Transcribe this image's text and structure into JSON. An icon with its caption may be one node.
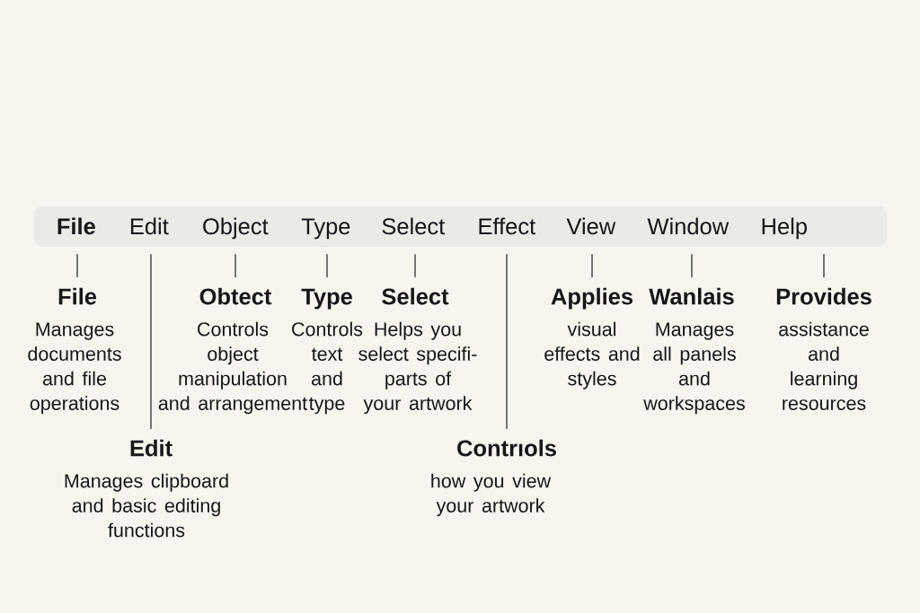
{
  "diagram": {
    "nodes": [
      {
        "text": [],
        "shape": "bar"
      },
      {
        "text": [
          "File"
        ],
        "in": 0
      },
      {
        "text": [
          "Edit"
        ],
        "in": 0
      },
      {
        "text": [
          "Object"
        ],
        "in": 0
      },
      {
        "text": [
          "Type"
        ],
        "in": 0
      },
      {
        "text": [
          "Select"
        ],
        "in": 0
      },
      {
        "text": [
          "Effect"
        ],
        "in": 0
      },
      {
        "text": [
          "View"
        ],
        "in": 0
      },
      {
        "text": [
          "Window"
        ],
        "in": 0
      },
      {
        "text": [
          "Help"
        ],
        "in": 0
      },
      {
        "text": [
          "File",
          "Manages documents and file operations"
        ]
      },
      {
        "text": [
          "Edit",
          "Manages clipboard and basic editing functions"
        ]
      },
      {
        "text": [
          "Obtect",
          "Controls object manipulation and arrangement"
        ]
      },
      {
        "text": [
          "Type",
          "Controls text and type"
        ]
      },
      {
        "text": [
          "Select",
          "Helps you select specifi- parts of your artwork"
        ]
      },
      {
        "text": [
          "Contrıols",
          "how you view your artwork"
        ]
      },
      {
        "text": [
          "Applies",
          "visual effects and styles"
        ]
      },
      {
        "text": [
          "Wanlais",
          "Manages all panels and workspaces"
        ]
      },
      {
        "text": [
          "Provides",
          "assistance and learning resources"
        ]
      }
    ],
    "edges": [
      {
        "from": 1,
        "to": 10,
        "arrow": "none"
      },
      {
        "from": 2,
        "to": 11,
        "arrow": "none"
      },
      {
        "from": 3,
        "to": 12,
        "arrow": "none"
      },
      {
        "from": 4,
        "to": 13,
        "arrow": "none"
      },
      {
        "from": 5,
        "to": 14,
        "arrow": "none"
      },
      {
        "from": 6,
        "to": 15,
        "arrow": "none"
      },
      {
        "from": 7,
        "to": 16,
        "arrow": "none"
      },
      {
        "from": 8,
        "to": 17,
        "arrow": "none"
      },
      {
        "from": 9,
        "to": 18,
        "arrow": "none"
      }
    ]
  }
}
